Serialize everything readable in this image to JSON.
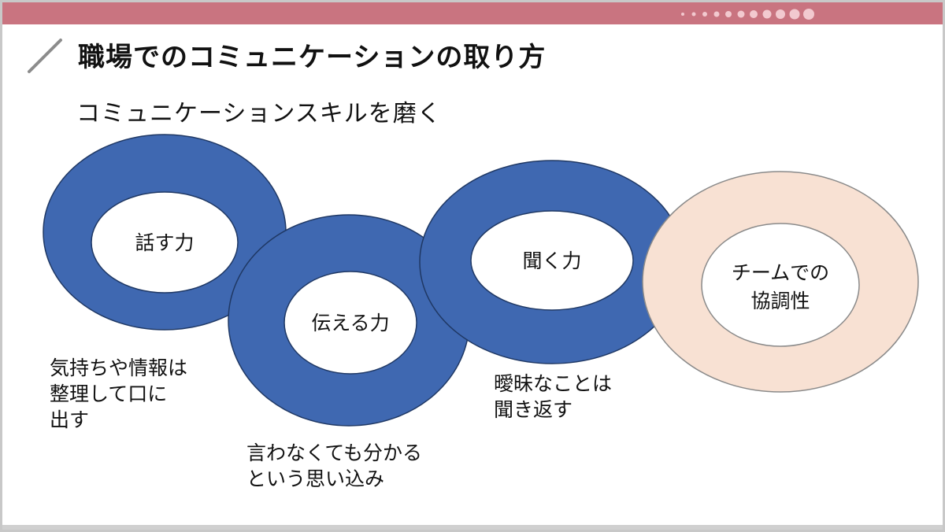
{
  "slide": {
    "title": "職場でのコミュニケーションの取り方",
    "subtitle": "コミュニケーションスキルを磨く"
  },
  "rings": [
    {
      "label": [
        "話す力"
      ],
      "fill": "#3f68b1"
    },
    {
      "label": [
        "伝える力"
      ],
      "fill": "#3f68b1"
    },
    {
      "label": [
        "聞く力"
      ],
      "fill": "#3f68b1"
    },
    {
      "label": [
        "チームでの",
        "協調性"
      ],
      "fill": "#f8e1d3"
    }
  ],
  "notes": [
    {
      "lines": [
        "気持ちや情報は",
        "整理して口に",
        "出す"
      ]
    },
    {
      "lines": [
        "言わなくても分かる",
        "という思い込み"
      ]
    },
    {
      "lines": [
        "曖昧なことは",
        "聞き返す"
      ]
    }
  ],
  "colors": {
    "header_bar": "#c97480",
    "ring_blue": "#3f68b1",
    "ring_peach": "#f8e1d3",
    "ring_stroke": "#1f3864",
    "peach_stroke": "#8a8a8a"
  }
}
